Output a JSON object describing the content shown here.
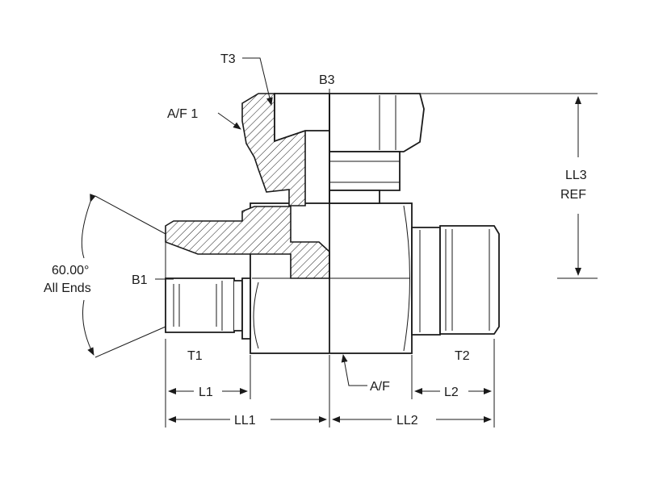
{
  "diagram": {
    "labels": {
      "t3": "T3",
      "b3": "B3",
      "af1": "A/F 1",
      "ll3": "LL3",
      "ref": "REF",
      "angle": "60.00°",
      "all_ends": "All Ends",
      "b1": "B1",
      "t1": "T1",
      "t2": "T2",
      "af": "A/F",
      "l1": "L1",
      "l2": "L2",
      "ll1": "LL1",
      "ll2": "LL2"
    },
    "colors": {
      "line": "#1a1a1a",
      "background": "#ffffff"
    }
  }
}
